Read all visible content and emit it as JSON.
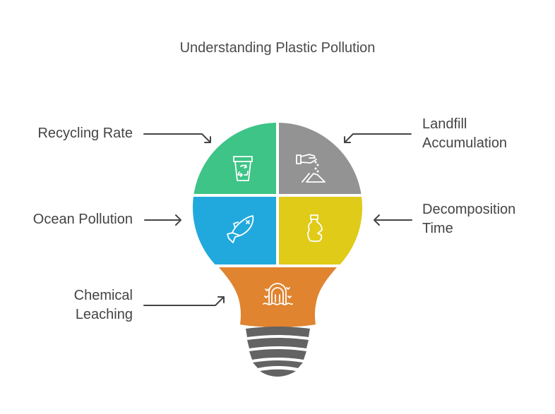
{
  "title": "Understanding Plastic Pollution",
  "colors": {
    "recycling": "#3dc486",
    "landfill": "#939393",
    "ocean": "#21a9dd",
    "decomposition": "#dfcb18",
    "chemical": "#e08430",
    "base": "#636363",
    "arrow": "#444444",
    "text": "#444444"
  },
  "segments": [
    {
      "id": "recycling-rate",
      "label": "Recycling Rate",
      "icon": "recycle-bin-icon",
      "side": "left"
    },
    {
      "id": "landfill-accumulation",
      "label_lines": [
        "Landfill",
        "Accumulation"
      ],
      "icon": "hand-pouring-sand-icon",
      "side": "right"
    },
    {
      "id": "ocean-pollution",
      "label": "Ocean Pollution",
      "icon": "dead-fish-icon",
      "side": "left"
    },
    {
      "id": "decomposition-time",
      "label_lines": [
        "Decomposition",
        "Time"
      ],
      "icon": "crushed-bottle-icon",
      "side": "right"
    },
    {
      "id": "chemical-leaching",
      "label_lines": [
        "Chemical",
        "Leaching"
      ],
      "icon": "drain-pipe-water-icon",
      "side": "left"
    }
  ]
}
